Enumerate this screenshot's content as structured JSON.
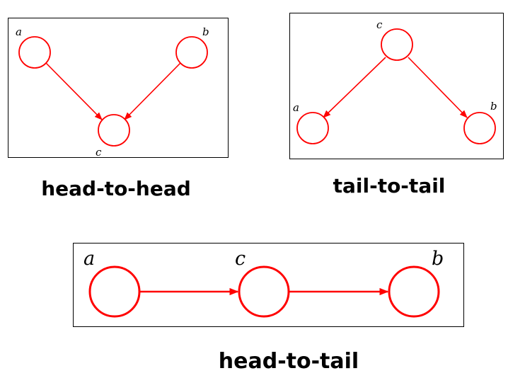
{
  "colors": {
    "node_stroke": "#ff0000",
    "edge": "#ff0000",
    "border": "#000000",
    "text": "#000000"
  },
  "diagrams": {
    "head_to_head": {
      "caption": "head-to-head",
      "labels": {
        "a": "a",
        "b": "b",
        "c": "c"
      },
      "edges": [
        {
          "from": "a",
          "to": "c"
        },
        {
          "from": "b",
          "to": "c"
        }
      ]
    },
    "tail_to_tail": {
      "caption": "tail-to-tail",
      "labels": {
        "a": "a",
        "b": "b",
        "c": "c"
      },
      "edges": [
        {
          "from": "c",
          "to": "a"
        },
        {
          "from": "c",
          "to": "b"
        }
      ]
    },
    "head_to_tail": {
      "caption": "head-to-tail",
      "labels": {
        "a": "a",
        "b": "b",
        "c": "c"
      },
      "edges": [
        {
          "from": "a",
          "to": "c"
        },
        {
          "from": "c",
          "to": "b"
        }
      ]
    }
  }
}
